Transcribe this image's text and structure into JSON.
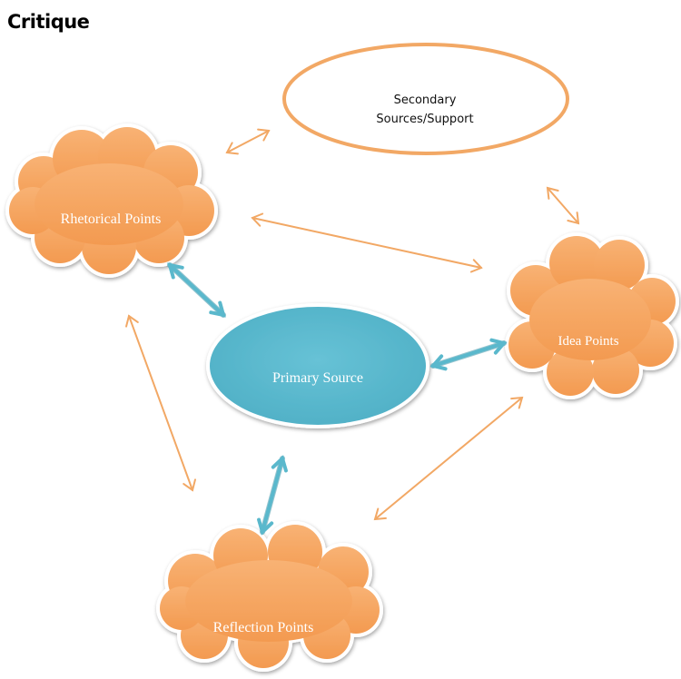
{
  "title": "Critique",
  "colors": {
    "cloud_fill": "#f6a561",
    "primary_fill": "#5ab8cc",
    "secondary_stroke": "#f2a865",
    "thin_arrow": "#f2a865",
    "thick_arrow": "#5ab8cc"
  },
  "nodes": {
    "secondary": {
      "line1": "Secondary",
      "line2": "Sources/Support"
    },
    "rhetorical": {
      "label": "Rhetorical Points"
    },
    "idea": {
      "label": "Idea Points"
    },
    "primary": {
      "label": "Primary Source"
    },
    "reflection": {
      "label": "Reflection Points"
    }
  },
  "connections": [
    {
      "from": "rhetorical",
      "to": "secondary",
      "style": "thin"
    },
    {
      "from": "secondary",
      "to": "idea",
      "style": "thin"
    },
    {
      "from": "rhetorical",
      "to": "idea",
      "style": "thin"
    },
    {
      "from": "rhetorical",
      "to": "primary",
      "style": "thick"
    },
    {
      "from": "primary",
      "to": "idea",
      "style": "thick"
    },
    {
      "from": "rhetorical",
      "to": "reflection",
      "style": "thin"
    },
    {
      "from": "primary",
      "to": "reflection",
      "style": "thick"
    },
    {
      "from": "idea",
      "to": "reflection",
      "style": "thin"
    }
  ]
}
